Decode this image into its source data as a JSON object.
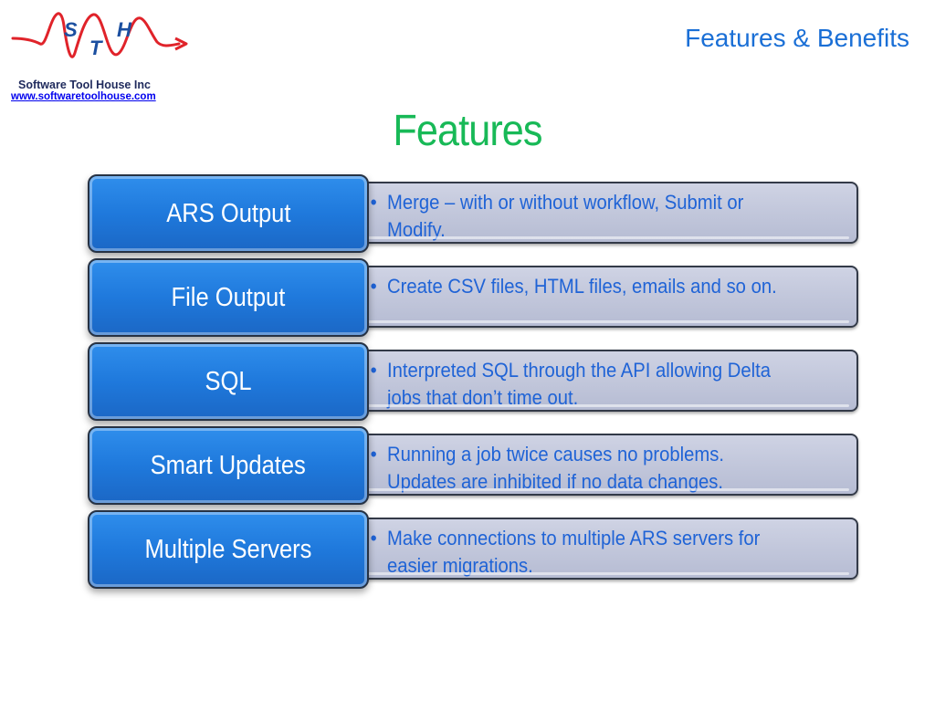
{
  "logo": {
    "letters": [
      "S",
      "H",
      "T"
    ],
    "company": "Software Tool House Inc",
    "url": "www.softwaretoolhouse.com"
  },
  "header": {
    "title": "Features & Benefits"
  },
  "main": {
    "title": "Features",
    "features": [
      {
        "label": "ARS Output",
        "description": "Merge – with or without workflow, Submit or Modify."
      },
      {
        "label": "File Output",
        "description": "Create CSV files, HTML files, emails and so on."
      },
      {
        "label": "SQL",
        "description": "Interpreted SQL through the API allowing Delta jobs that don’t time out."
      },
      {
        "label": "Smart Updates",
        "description": "Running a job twice causes no problems. Updates are inhibited if no data changes."
      },
      {
        "label": "Multiple Servers",
        "description": "Make connections to multiple ARS servers for easier migrations."
      }
    ],
    "bullet": "•"
  },
  "colors": {
    "header_title": "#1a6fd6",
    "main_title": "#18b957",
    "feature_box": "#1f79dc",
    "description_box": "#c3c8dc",
    "description_text": "#1f63d6",
    "logo_wave": "#e0232a",
    "logo_letters": "#1b4fa0"
  }
}
